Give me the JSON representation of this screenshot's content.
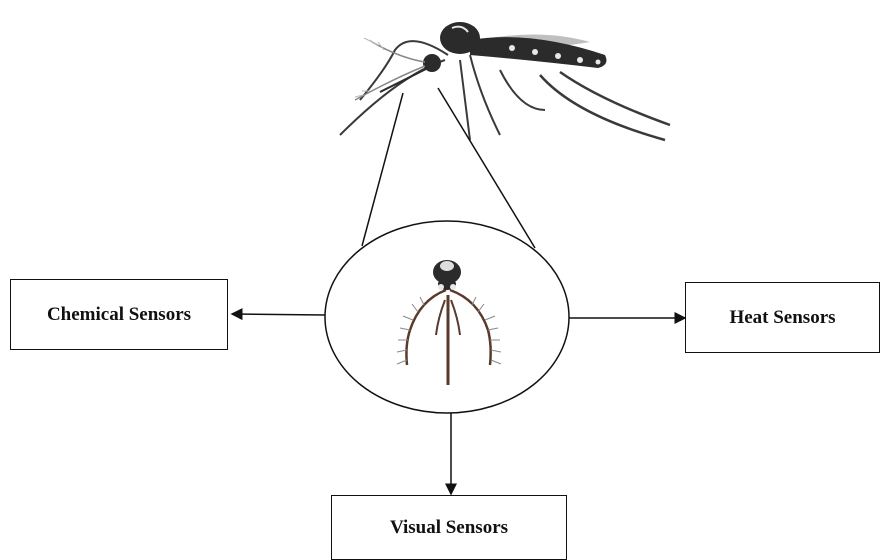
{
  "diagram": {
    "title": "",
    "center_node": "mosquito-head-closeup",
    "nodes": {
      "chemical": "Chemical Sensors",
      "heat": "Heat Sensors",
      "visual": "Visual Sensors"
    },
    "edges": [
      {
        "from": "mosquito-head-closeup",
        "to": "Chemical Sensors"
      },
      {
        "from": "mosquito-head-closeup",
        "to": "Heat Sensors"
      },
      {
        "from": "mosquito-head-closeup",
        "to": "Visual Sensors"
      }
    ],
    "colors": {
      "line": "#111111",
      "mosquito_body": "#2b2b2b",
      "mosquito_stripe": "#e8e8e8",
      "mosquito_leg": "#3a3a3a",
      "antenna_brown": "#5a3a2a"
    }
  }
}
